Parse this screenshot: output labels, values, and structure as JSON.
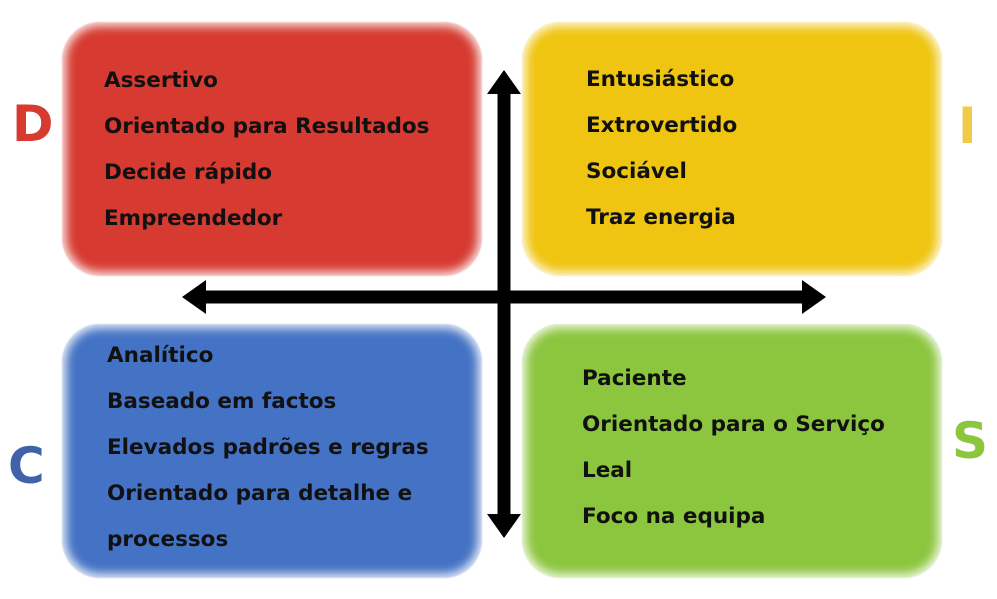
{
  "colors": {
    "d": "#D63A30",
    "i": "#EFC511",
    "c": "#4472C4",
    "s": "#8CC63F",
    "letter_d": "#D63A30",
    "letter_i": "#F0CB4A",
    "letter_c": "#3F62A8",
    "letter_s": "#8CC63F",
    "arrow": "#000000"
  },
  "quadrants": {
    "d": {
      "letter": "D",
      "items": [
        "Assertivo",
        "Orientado para Resultados",
        "Decide rápido",
        "Empreendedor"
      ]
    },
    "i": {
      "letter": "I",
      "items": [
        "Entusiástico",
        "Extrovertido",
        "Sociável",
        "Traz energia"
      ]
    },
    "c": {
      "letter": "C",
      "items": [
        "Analítico",
        "Baseado em factos",
        "Elevados padrões e regras",
        "Orientado para detalhe e",
        "processos"
      ]
    },
    "s": {
      "letter": "S",
      "items": [
        "Paciente",
        "Orientado para o Serviço",
        "Leal",
        "Foco na equipa"
      ]
    }
  }
}
